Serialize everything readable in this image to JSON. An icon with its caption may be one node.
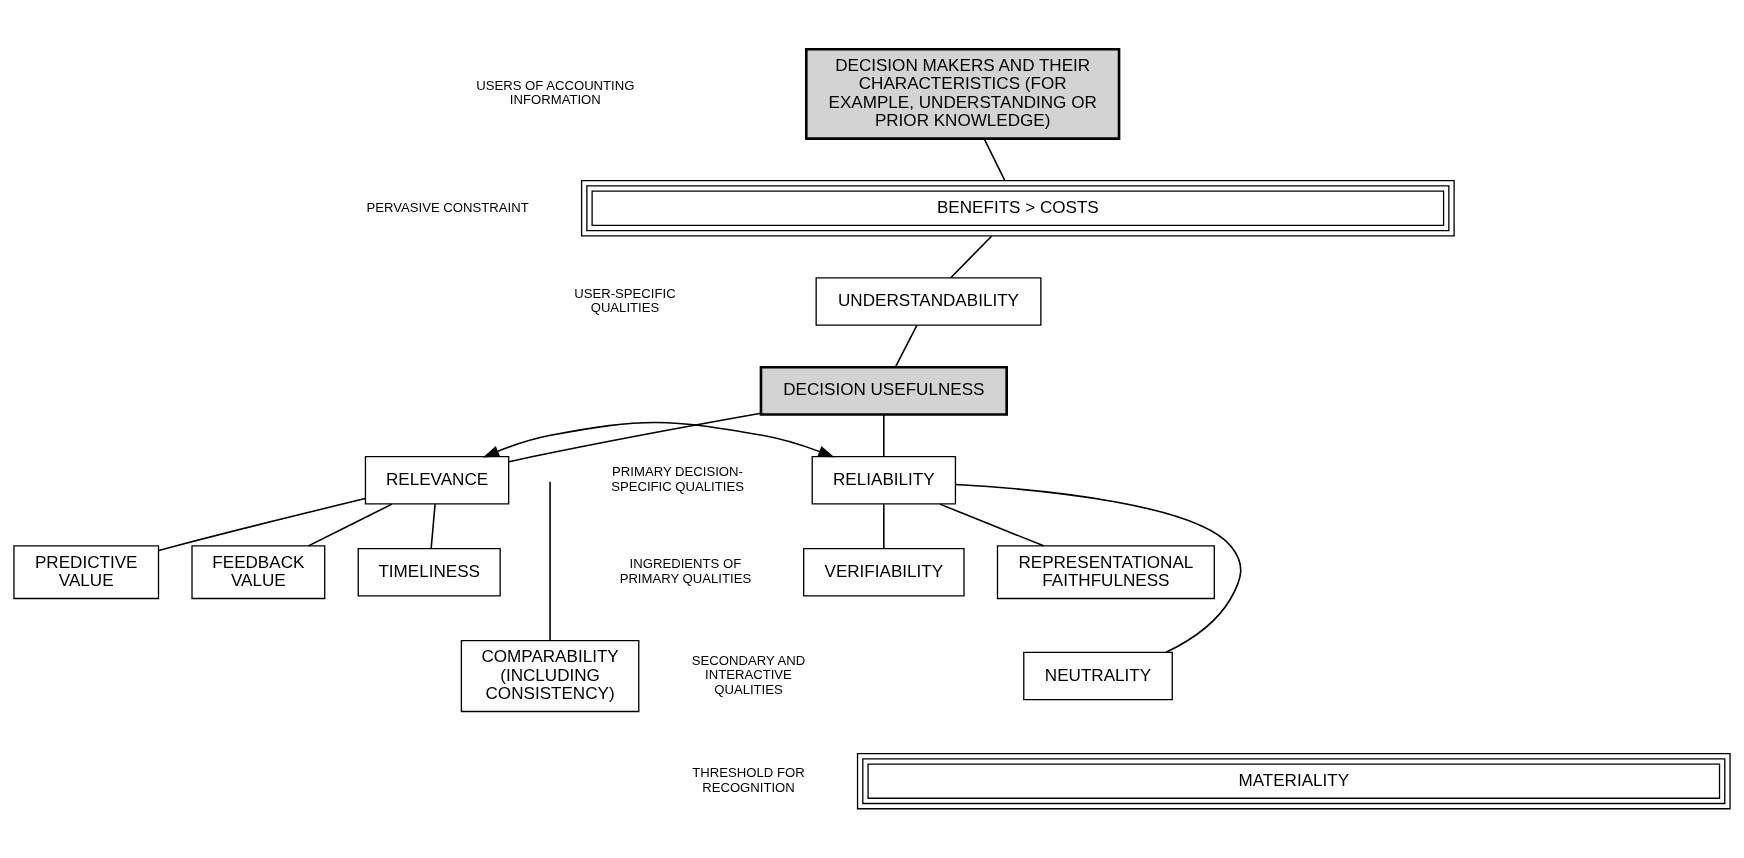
{
  "diagram": {
    "nodes": [
      {
        "text": [
          "DECISION MAKERS AND THEIR CHARACTERISTICS (FOR EXAMPLE, UNDERSTANDING OR PRIOR KNOWLEDGE)"
        ]
      },
      {
        "text": [
          "BENEFITS > COSTS"
        ]
      },
      {
        "text": [
          "UNDERSTANDABILITY"
        ]
      },
      {
        "text": [
          "DECISION USEFULNESS"
        ]
      },
      {
        "text": [
          "RELEVANCE"
        ]
      },
      {
        "text": [
          "RELIABILITY"
        ]
      },
      {
        "text": [
          "PREDICTIVE VALUE"
        ]
      },
      {
        "text": [
          "FEEDBACK VALUE"
        ]
      },
      {
        "text": [
          "TIMELINESS"
        ]
      },
      {
        "text": [
          "VERIFIABILITY"
        ]
      },
      {
        "text": [
          "REPRESENTATIONAL FAITHFULNESS"
        ]
      },
      {
        "text": [
          "COMPARABILITY (INCLUDING CONSISTENCY)"
        ]
      },
      {
        "text": [
          "NEUTRALITY"
        ]
      },
      {
        "text": [
          "MATERIALITY"
        ]
      }
    ],
    "edges": [
      {
        "from": 0,
        "to": 1,
        "arrow": "none"
      },
      {
        "from": 1,
        "to": 2,
        "arrow": "none"
      },
      {
        "from": 2,
        "to": 3,
        "arrow": "none"
      },
      {
        "from": 3,
        "to": 4,
        "arrow": "none"
      },
      {
        "from": 3,
        "to": 5,
        "arrow": "none"
      },
      {
        "from": 4,
        "to": 5,
        "arrow": "both"
      },
      {
        "from": 4,
        "to": 6,
        "arrow": "none"
      },
      {
        "from": 4,
        "to": 7,
        "arrow": "none"
      },
      {
        "from": 4,
        "to": 8,
        "arrow": "none"
      },
      {
        "from": 5,
        "to": 9,
        "arrow": "none"
      },
      {
        "from": 5,
        "to": 10,
        "arrow": "none"
      },
      {
        "from": 5,
        "to": 12,
        "arrow": "none"
      },
      {
        "from": null,
        "to": 11,
        "arrow": "none"
      }
    ],
    "labels": [
      "USERS OF ACCOUNTING INFORMATION",
      "PERVASIVE CONSTRAINT",
      "USER-SPECIFIC QUALITIES",
      "PRIMARY DECISION-SPECIFIC QUALITIES",
      "INGREDIENTS OF PRIMARY QUALITIES",
      "SECONDARY AND INTERACTIVE QUALITIES",
      "THRESHOLD FOR RECOGNITION"
    ]
  }
}
